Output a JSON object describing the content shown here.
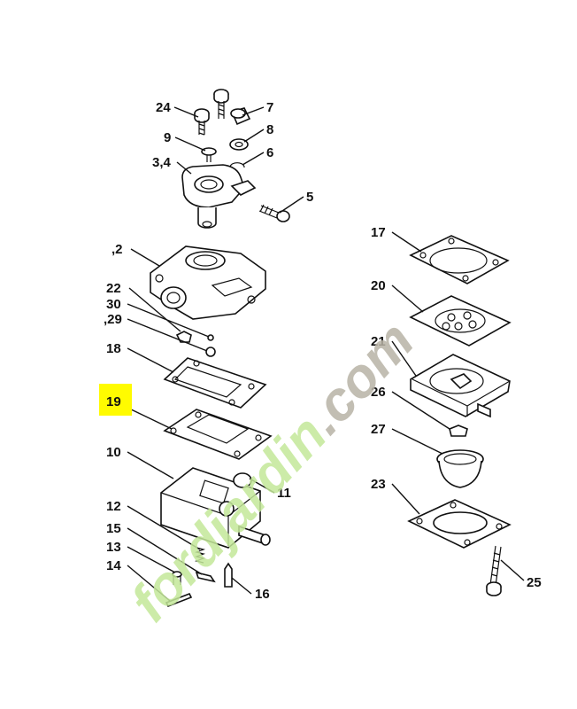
{
  "diagram": {
    "highlight_color": "#fffb00",
    "watermark": {
      "text": "fordjardin.com",
      "color_green": "#c4e89a",
      "color_grey": "#b8b3a6"
    },
    "labels": {
      "p24": "24",
      "p7": "7",
      "p9": "9",
      "p8": "8",
      "p6": "6",
      "p34": "3,4",
      "p5": "5",
      "p2": ",2",
      "p22": "22",
      "p30": "30",
      "p29": ",29",
      "p18": "18",
      "p19": "19",
      "p10": "10",
      "p11": "11",
      "p12": "12",
      "p15": "15",
      "p13": "13",
      "p14": "14",
      "p16": "16",
      "p17": "17",
      "p20": "20",
      "p21": "21",
      "p26": "26",
      "p27": "27",
      "p23": "23",
      "p25": "25"
    }
  }
}
